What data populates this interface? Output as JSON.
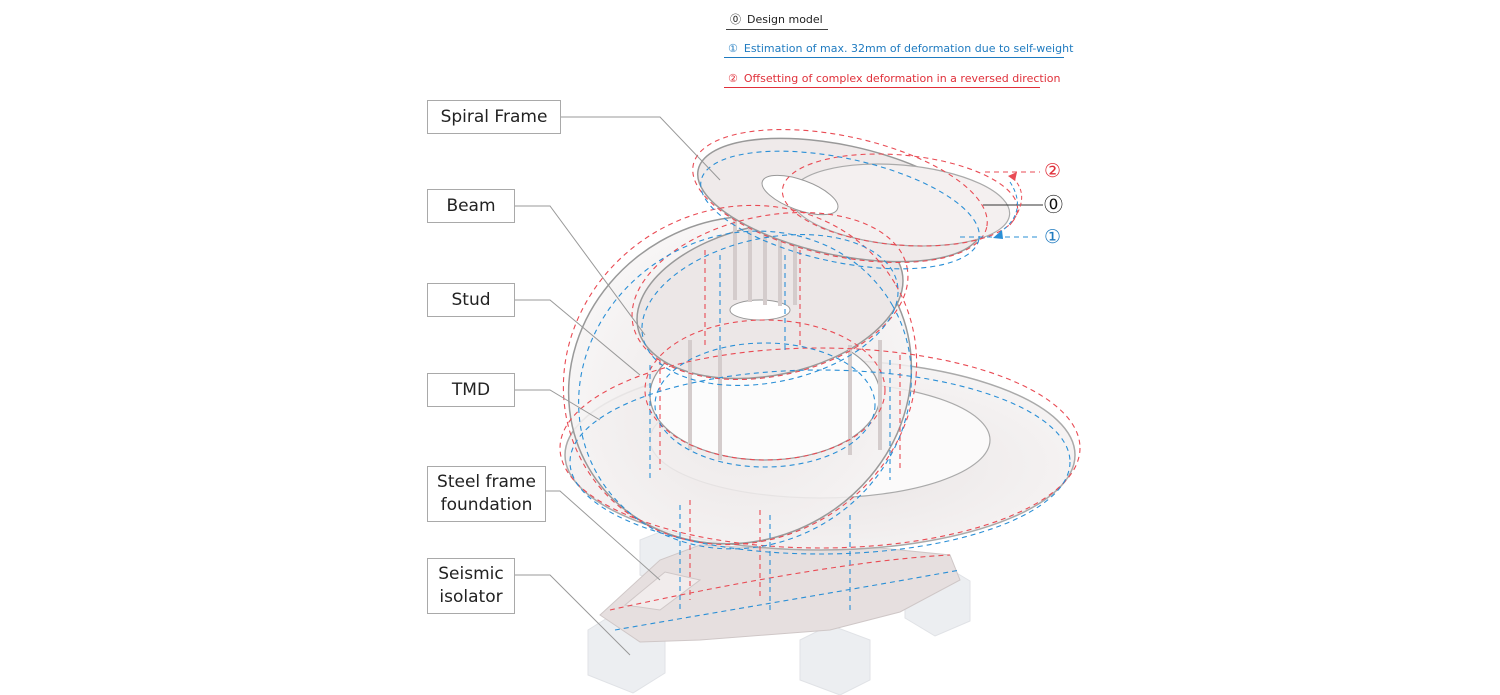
{
  "legend": [
    {
      "number": "⓪",
      "label": "Design model",
      "color": "#222222"
    },
    {
      "number": "①",
      "label": "Estimation of max. 32mm of deformation due to self-weight",
      "color": "#1f7bc0"
    },
    {
      "number": "②",
      "label": "Offsetting of complex deformation in a reversed direction",
      "color": "#e0303a"
    }
  ],
  "callouts": {
    "spiral_frame": "Spiral Frame",
    "beam": "Beam",
    "stud": "Stud",
    "tmd": "TMD",
    "steel_frame_line1": "Steel frame",
    "steel_frame_line2": "foundation",
    "seismic_line1": "Seismic",
    "seismic_line2": "isolator"
  },
  "markers": {
    "offset": "②",
    "design": "⓪",
    "estimation": "①"
  },
  "colors": {
    "design": "#555555",
    "estimation": "#1f7bc0",
    "offset": "#e0303a",
    "structure": "#d9d2d2",
    "leader": "#999999"
  }
}
